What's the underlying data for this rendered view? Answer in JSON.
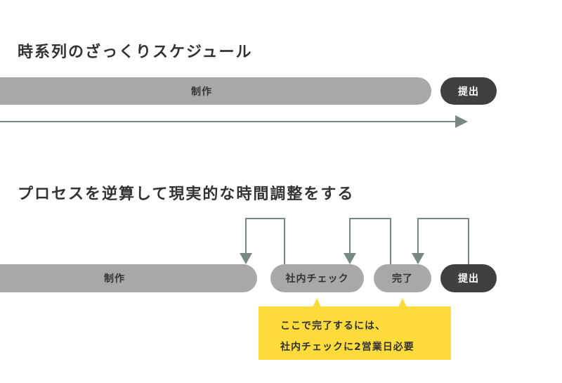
{
  "section1": {
    "heading": "時系列のざっくりスケジュール",
    "steps": {
      "produce": "制作",
      "submit": "提出"
    }
  },
  "section2": {
    "heading": "プロセスを逆算して現実的な時間調整をする",
    "steps": {
      "produce": "制作",
      "review": "社内チェック",
      "complete": "完了",
      "submit": "提出"
    },
    "callout": {
      "line1": "ここで完了するには、",
      "line2": "社内チェックに2営業日必要"
    }
  },
  "colors": {
    "step": "#a8a8a8",
    "submit": "#404040",
    "arrow": "#7a8787",
    "callout": "#fddb3a",
    "text": "#333333"
  }
}
